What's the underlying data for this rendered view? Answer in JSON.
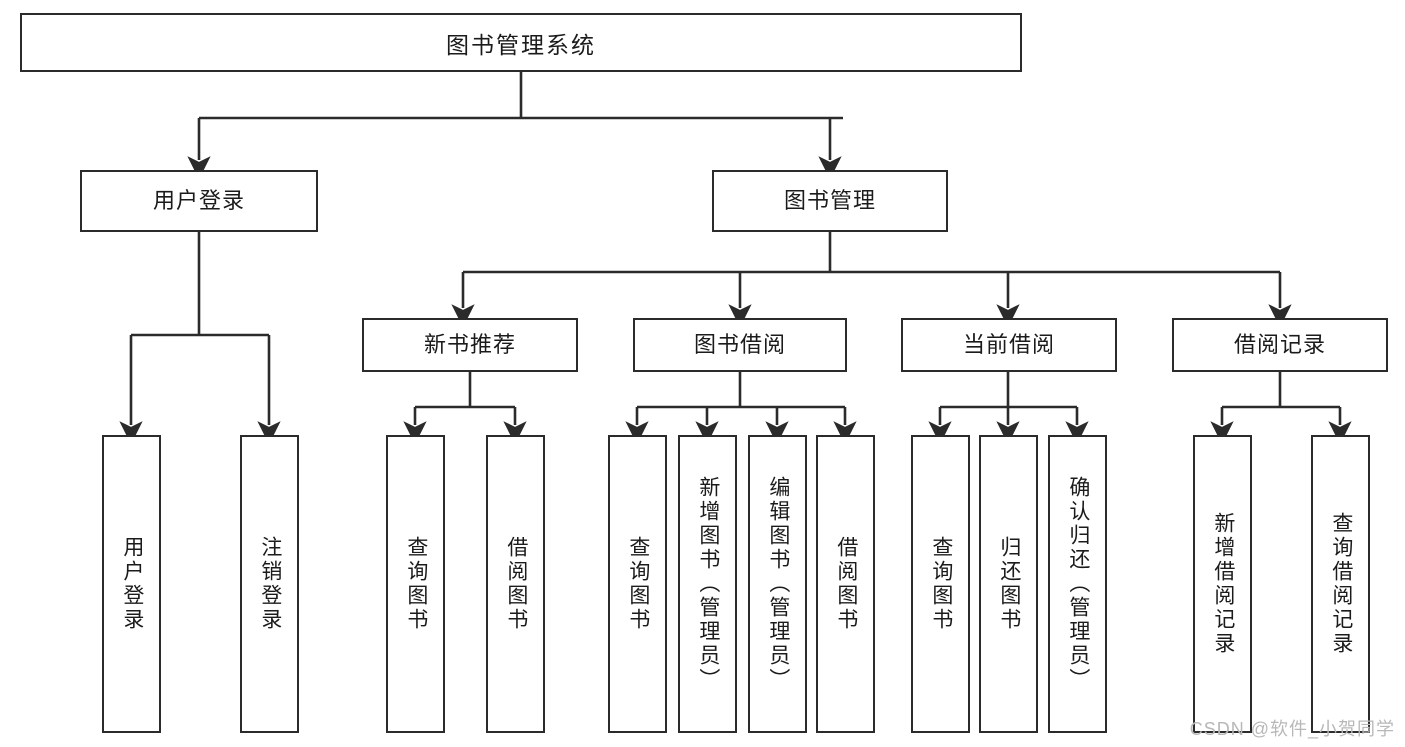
{
  "diagram": {
    "type": "tree-hierarchy-chart",
    "title": "图书管理系统",
    "colors": {
      "stroke": "#2b2b2b",
      "fill": "#ffffff",
      "text": "#1b1b1b",
      "watermark": "#b8b8b8"
    },
    "levels": {
      "root": {
        "label": "图书管理系统"
      },
      "level1": [
        {
          "label": "用户登录"
        },
        {
          "label": "图书管理"
        }
      ],
      "level2": [
        {
          "label": "新书推荐"
        },
        {
          "label": "图书借阅"
        },
        {
          "label": "当前借阅"
        },
        {
          "label": "借阅记录"
        }
      ]
    },
    "leaves": {
      "user_login": [
        {
          "label": "用户登录"
        },
        {
          "label": "注销登录"
        }
      ],
      "new_book_recommend": [
        {
          "label": "查询图书"
        },
        {
          "label": "借阅图书"
        }
      ],
      "book_borrow": [
        {
          "label": "查询图书"
        },
        {
          "label": "新增图书（管理员）"
        },
        {
          "label": "编辑图书（管理员）"
        },
        {
          "label": "借阅图书"
        }
      ],
      "current_borrow": [
        {
          "label": "查询图书"
        },
        {
          "label": "归还图书"
        },
        {
          "label": "确认归还（管理员）"
        }
      ],
      "borrow_record": [
        {
          "label": "新增借阅记录"
        },
        {
          "label": "查询借阅记录"
        }
      ]
    },
    "watermark": "CSDN @软件_小贺同学"
  }
}
